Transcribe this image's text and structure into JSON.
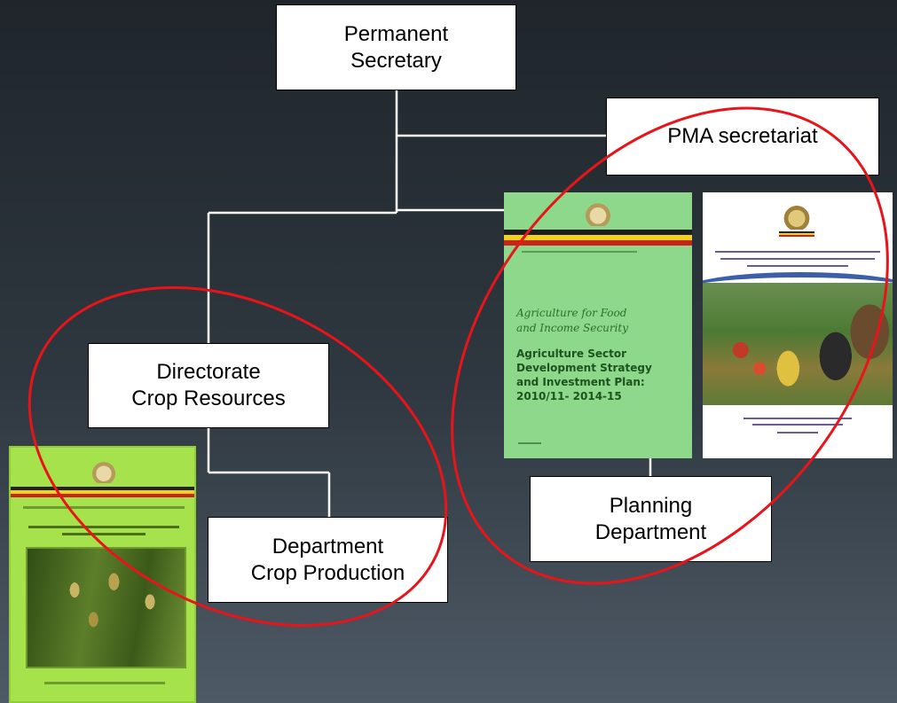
{
  "diagram": {
    "nodes": {
      "permanent_secretary": {
        "line1": "Permanent",
        "line2": "Secretary"
      },
      "pma_secretariat": {
        "line1": "PMA secretariat"
      },
      "directorate_crop_resources": {
        "line1": "Directorate",
        "line2": "Crop Resources"
      },
      "department_crop_production": {
        "line1": "Department",
        "line2": "Crop Production"
      },
      "planning_department": {
        "line1": "Planning",
        "line2": "Department"
      }
    },
    "edges": [
      {
        "from": "permanent_secretary",
        "to": "pma_secretariat"
      },
      {
        "from": "permanent_secretary",
        "to": "directorate_crop_resources"
      },
      {
        "from": "permanent_secretary",
        "to": "planning_department"
      },
      {
        "from": "directorate_crop_resources",
        "to": "department_crop_production"
      }
    ]
  },
  "documents": {
    "asdsip": {
      "italic_title": "Agriculture for Food\nand Income Security",
      "bold_title": "Agriculture Sector\nDevelopment Strategy\nand Investment Plan:\n2010/11- 2014-15"
    }
  },
  "colors": {
    "background_top": "#1f252b",
    "background_bottom": "#4e5a66",
    "connector": "#ffffff",
    "ellipse": "#e8141a",
    "box_fill": "#ffffff",
    "box_border": "#000000"
  }
}
